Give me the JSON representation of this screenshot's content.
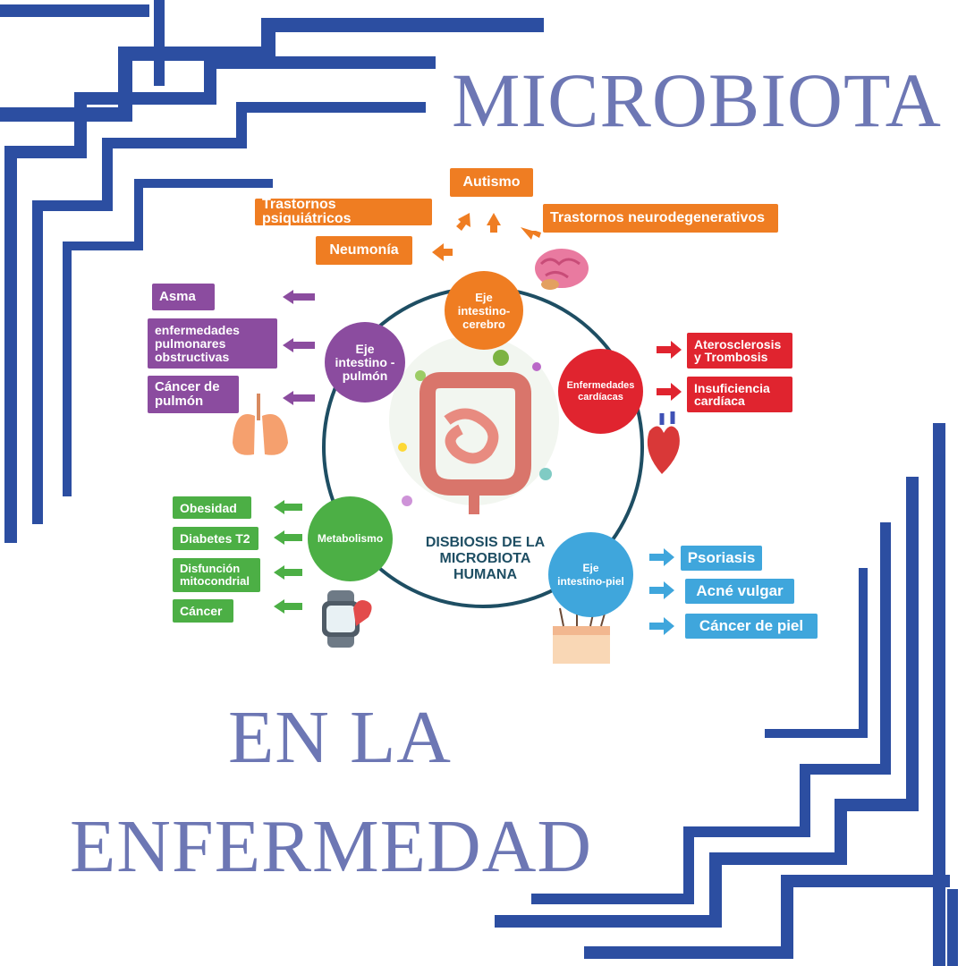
{
  "title": {
    "line1": "MICROBIOTA",
    "line2": "EN LA",
    "line3": "ENFERMEDAD"
  },
  "center": {
    "line1": "DISBIOSIS DE LA",
    "line2": "MICROBIOTA",
    "line3": "HUMANA"
  },
  "hubs": {
    "brain": "Eje intestino-cerebro",
    "lung": "Eje intestino -pulmón",
    "heart": "Enfermedades cardíacas",
    "metabolism": "Metabolismo",
    "skin": "Eje intestino-piel"
  },
  "brain_conditions": {
    "autismo": "Autismo",
    "psiquiatricos": "Trastornos psiquiátricos",
    "neurodegenerativos": "Trastornos neurodegenerativos",
    "neumonia": "Neumonía"
  },
  "lung_conditions": {
    "asma": "Asma",
    "epoc": "enfermedades pulmonares obstructivas",
    "cancer": "Cáncer de pulmón"
  },
  "heart_conditions": {
    "aterosclerosis": "Aterosclerosis y Trombosis",
    "insuficiencia": "Insuficiencia cardíaca"
  },
  "metabolism_conditions": {
    "obesidad": "Obesidad",
    "diabetes": "Diabetes T2",
    "disfuncion": "Disfunción mitocondrial",
    "cancer": "Cáncer"
  },
  "skin_conditions": {
    "psoriasis": "Psoriasis",
    "acne": "Acné vulgar",
    "cancer": "Cáncer de piel"
  },
  "colors": {
    "title": "#6d77b4",
    "frame": "#1b3f9a",
    "orange": "#ef7d22",
    "purple": "#8b4c9f",
    "red": "#e0242f",
    "green": "#4caf45",
    "blue": "#3fa6dc",
    "ring": "#1e4e63"
  },
  "icons": [
    "brain-icon",
    "lungs-icon",
    "heart-icon",
    "smartwatch-icon",
    "skin-icon",
    "intestine-icon"
  ]
}
